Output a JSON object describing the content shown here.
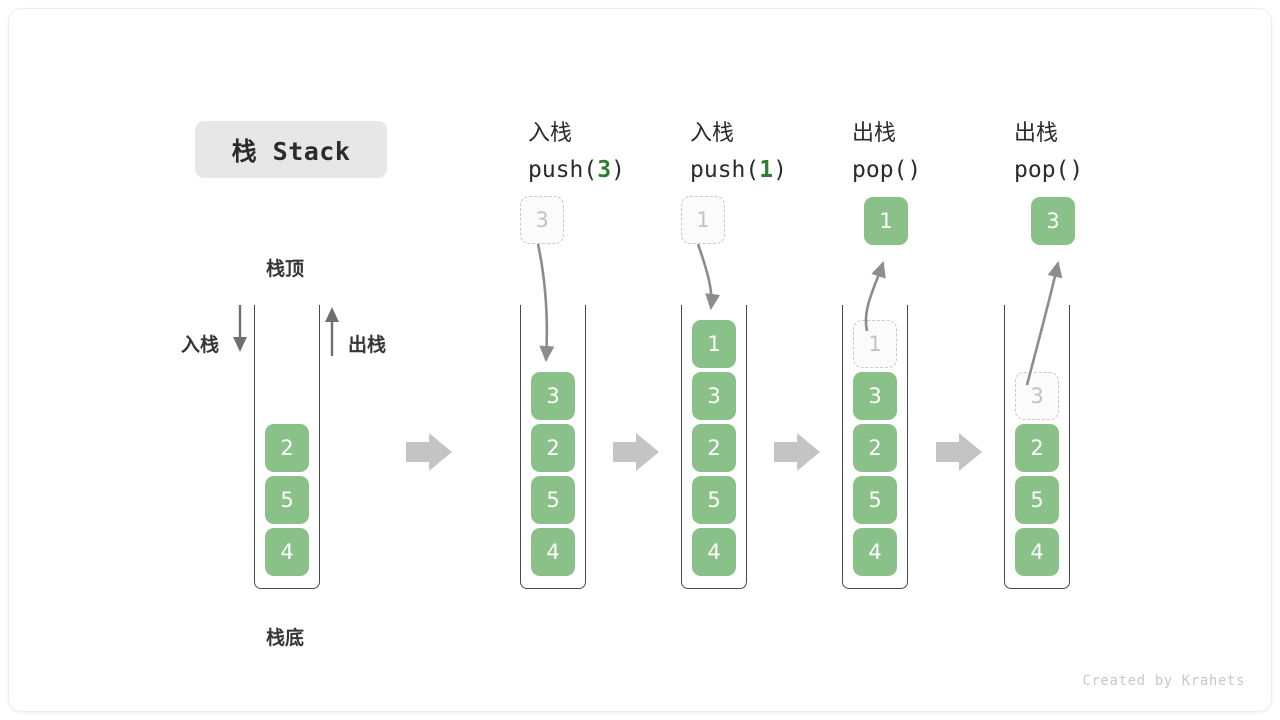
{
  "title": "栈 Stack",
  "labels": {
    "top": "栈顶",
    "bottom": "栈底",
    "push_side": "入栈",
    "pop_side": "出栈"
  },
  "footer": "Created by Krahets",
  "colors": {
    "cell_fill": "#8ac188",
    "cell_text": "#ffffff",
    "ghost_fill": "#fbfbfb",
    "ghost_border": "#c9c9c9",
    "ghost_text": "#c2c2c2",
    "arrow": "#8c8c8c",
    "step_arrow": "#c4c4c4",
    "container_line": "#4a4a4a",
    "title_chip_bg": "#e7e7e7",
    "code_arg": "#2e7d32",
    "footer_text": "#c8c8c8"
  },
  "operations": [
    {
      "cn": "入栈",
      "code_prefix": "push(",
      "arg": "3",
      "code_suffix": ")"
    },
    {
      "cn": "入栈",
      "code_prefix": "push(",
      "arg": "1",
      "code_suffix": ")"
    },
    {
      "cn": "出栈",
      "code_prefix": "pop(",
      "arg": "",
      "code_suffix": ")"
    },
    {
      "cn": "出栈",
      "code_prefix": "pop(",
      "arg": "",
      "code_suffix": ")"
    }
  ],
  "stacks": [
    {
      "name": "initial-stack",
      "cells": [
        {
          "value": "2",
          "state": "filled",
          "slot": 2
        },
        {
          "value": "5",
          "state": "filled",
          "slot": 3
        },
        {
          "value": "4",
          "state": "filled",
          "slot": 4
        }
      ]
    },
    {
      "name": "after-push-3",
      "cells": [
        {
          "value": "3",
          "state": "filled",
          "slot": 1
        },
        {
          "value": "2",
          "state": "filled",
          "slot": 2
        },
        {
          "value": "5",
          "state": "filled",
          "slot": 3
        },
        {
          "value": "4",
          "state": "filled",
          "slot": 4
        }
      ]
    },
    {
      "name": "after-push-1",
      "cells": [
        {
          "value": "1",
          "state": "filled",
          "slot": 0
        },
        {
          "value": "3",
          "state": "filled",
          "slot": 1
        },
        {
          "value": "2",
          "state": "filled",
          "slot": 2
        },
        {
          "value": "5",
          "state": "filled",
          "slot": 3
        },
        {
          "value": "4",
          "state": "filled",
          "slot": 4
        }
      ]
    },
    {
      "name": "after-pop-1",
      "cells": [
        {
          "value": "1",
          "state": "ghost",
          "slot": 0
        },
        {
          "value": "3",
          "state": "filled",
          "slot": 1
        },
        {
          "value": "2",
          "state": "filled",
          "slot": 2
        },
        {
          "value": "5",
          "state": "filled",
          "slot": 3
        },
        {
          "value": "4",
          "state": "filled",
          "slot": 4
        }
      ]
    },
    {
      "name": "after-pop-3",
      "cells": [
        {
          "value": "3",
          "state": "ghost",
          "slot": 1
        },
        {
          "value": "2",
          "state": "filled",
          "slot": 2
        },
        {
          "value": "5",
          "state": "filled",
          "slot": 3
        },
        {
          "value": "4",
          "state": "filled",
          "slot": 4
        }
      ]
    }
  ],
  "floating_cells": [
    {
      "name": "push-source-3",
      "value": "3",
      "state": "ghost"
    },
    {
      "name": "push-source-1",
      "value": "1",
      "state": "ghost"
    },
    {
      "name": "pop-result-1",
      "value": "1",
      "state": "result"
    },
    {
      "name": "pop-result-3",
      "value": "3",
      "state": "result"
    }
  ]
}
